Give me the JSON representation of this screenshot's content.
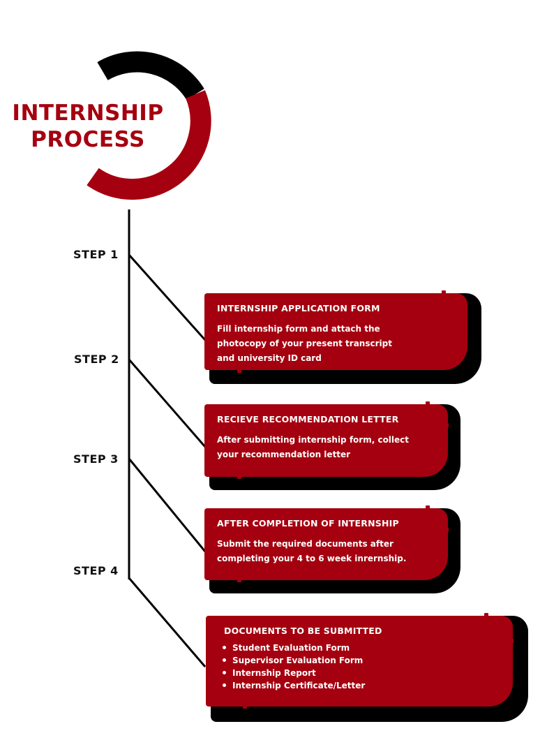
{
  "title": {
    "line1": "INTERNSHIP",
    "line2": "PROCESS"
  },
  "steps": [
    {
      "label": "STEP 1",
      "heading": "INTERNSHIP APPLICATION FORM",
      "body": "Fill internship form and attach the photocopy of your present transcript and university ID card"
    },
    {
      "label": "STEP 2",
      "heading": "RECIEVE RECOMMENDATION LETTER",
      "body": "After submitting internship form, collect your recommendation letter"
    },
    {
      "label": "STEP 3",
      "heading": "AFTER COMPLETION OF INTERNSHIP",
      "body": "Submit the required documents after completing your 4 to 6 week inrernship."
    },
    {
      "label": "STEP 4",
      "heading": "DOCUMENTS TO BE SUBMITTED",
      "items": [
        "Student Evaluation Form",
        "Supervisor Evaluation Form",
        "Internship Report",
        "Internship Certificate/Letter"
      ]
    }
  ],
  "colors": {
    "accent": "#a5000f",
    "dark": "#000000",
    "text": "#111111"
  }
}
